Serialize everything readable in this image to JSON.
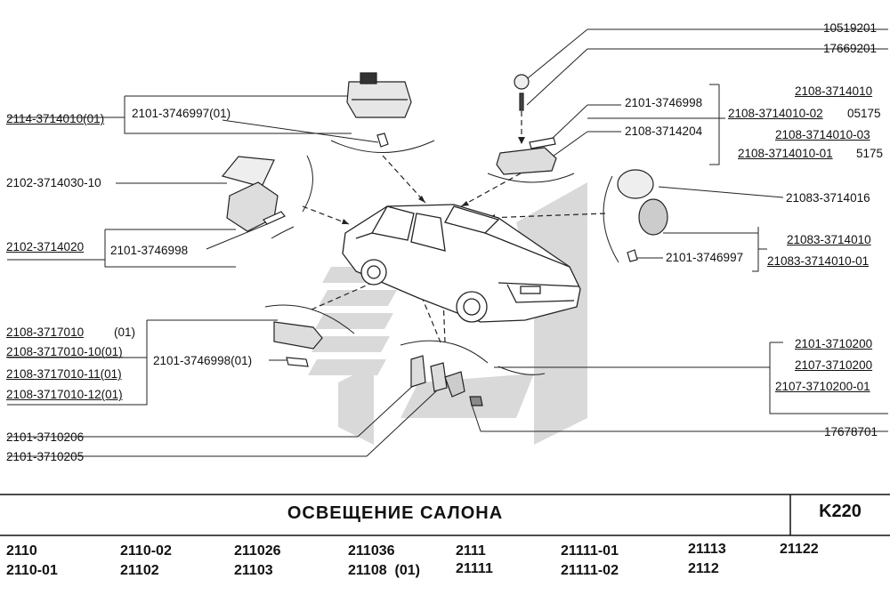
{
  "labels": {
    "l_2114": "2114-3714010(01)",
    "l_2101_3746997_01": "2101-3746997(01)",
    "l_2102_3714030": "2102-3714030-10",
    "l_2102_3714020": "2102-3714020",
    "l_2101_3746998_left": "2101-3746998",
    "l_2108_3717010": "2108-3717010",
    "l_2108_3717010_01": "(01)",
    "l_2108_3717010_10": "2108-3717010-10(01)",
    "l_2108_3717010_11": "2108-3717010-11(01)",
    "l_2108_3717010_12": "2108-3717010-12(01)",
    "l_2101_3746998_01": "2101-3746998(01)",
    "l_2101_3710206": "2101-3710206",
    "l_2101_3710205": "2101-3710205",
    "l_10519201": "10519201",
    "l_17669201": "17669201",
    "l_2101_3746998_right": "2101-3746998",
    "l_2108_3714204": "2108-3714204",
    "l_2108_3714010": "2108-3714010",
    "l_2108_3714010_02": "2108-3714010-02",
    "l_05175": "05175",
    "l_2108_3714010_03": "2108-3714010-03",
    "l_2108_3714010_01": "2108-3714010-01",
    "l_5175": "5175",
    "l_21083_3714016": "21083-3714016",
    "l_21083_3714010": "21083-3714010",
    "l_21083_3714010_01": "21083-3714010-01",
    "l_2101_3746997_right": "2101-3746997",
    "l_2101_3710200": "2101-3710200",
    "l_2107_3710200": "2107-3710200",
    "l_2107_3710200_01": "2107-3710200-01",
    "l_17678701": "17678701"
  },
  "title": "ОСВЕЩЕНИЕ САЛОНА",
  "code": "K220",
  "models": [
    "2110",
    "2110-01",
    "2110-02",
    "21102",
    "211026",
    "21103",
    "211036",
    "21108  (01)",
    "2111",
    "21111",
    "21111-01",
    "21111-02",
    "21113",
    "2112",
    "21122"
  ]
}
